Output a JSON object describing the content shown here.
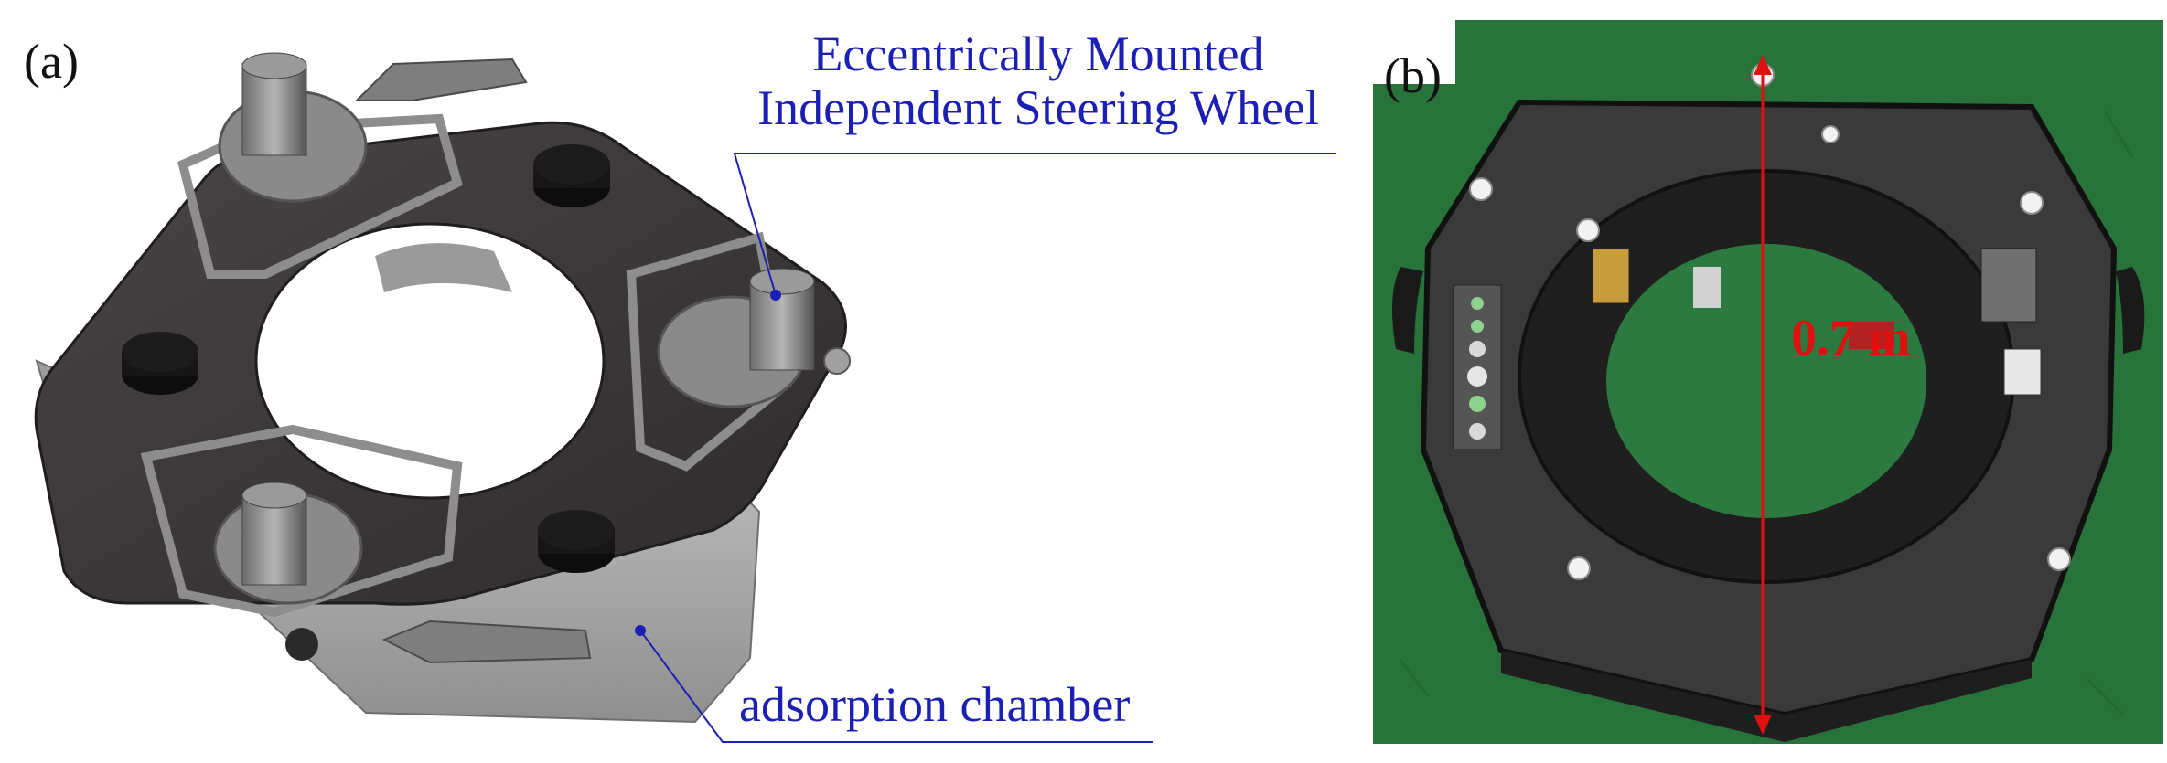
{
  "panel_a": {
    "letter": "(a)",
    "callout_wheel": {
      "line1": "Eccentrically Mounted",
      "line2": "Independent Steering Wheel"
    },
    "callout_chamber": "adsorption chamber"
  },
  "panel_b": {
    "letter": "(b)",
    "dimension": "0.7 m"
  },
  "colors": {
    "callout_text": "#1b1fb3",
    "dimension": "#e01010",
    "grass": "#27733a",
    "carbon_plate": "#3a3a3a",
    "cad_plate": "#3b3738",
    "cad_chamber": "#a8a8a8"
  }
}
